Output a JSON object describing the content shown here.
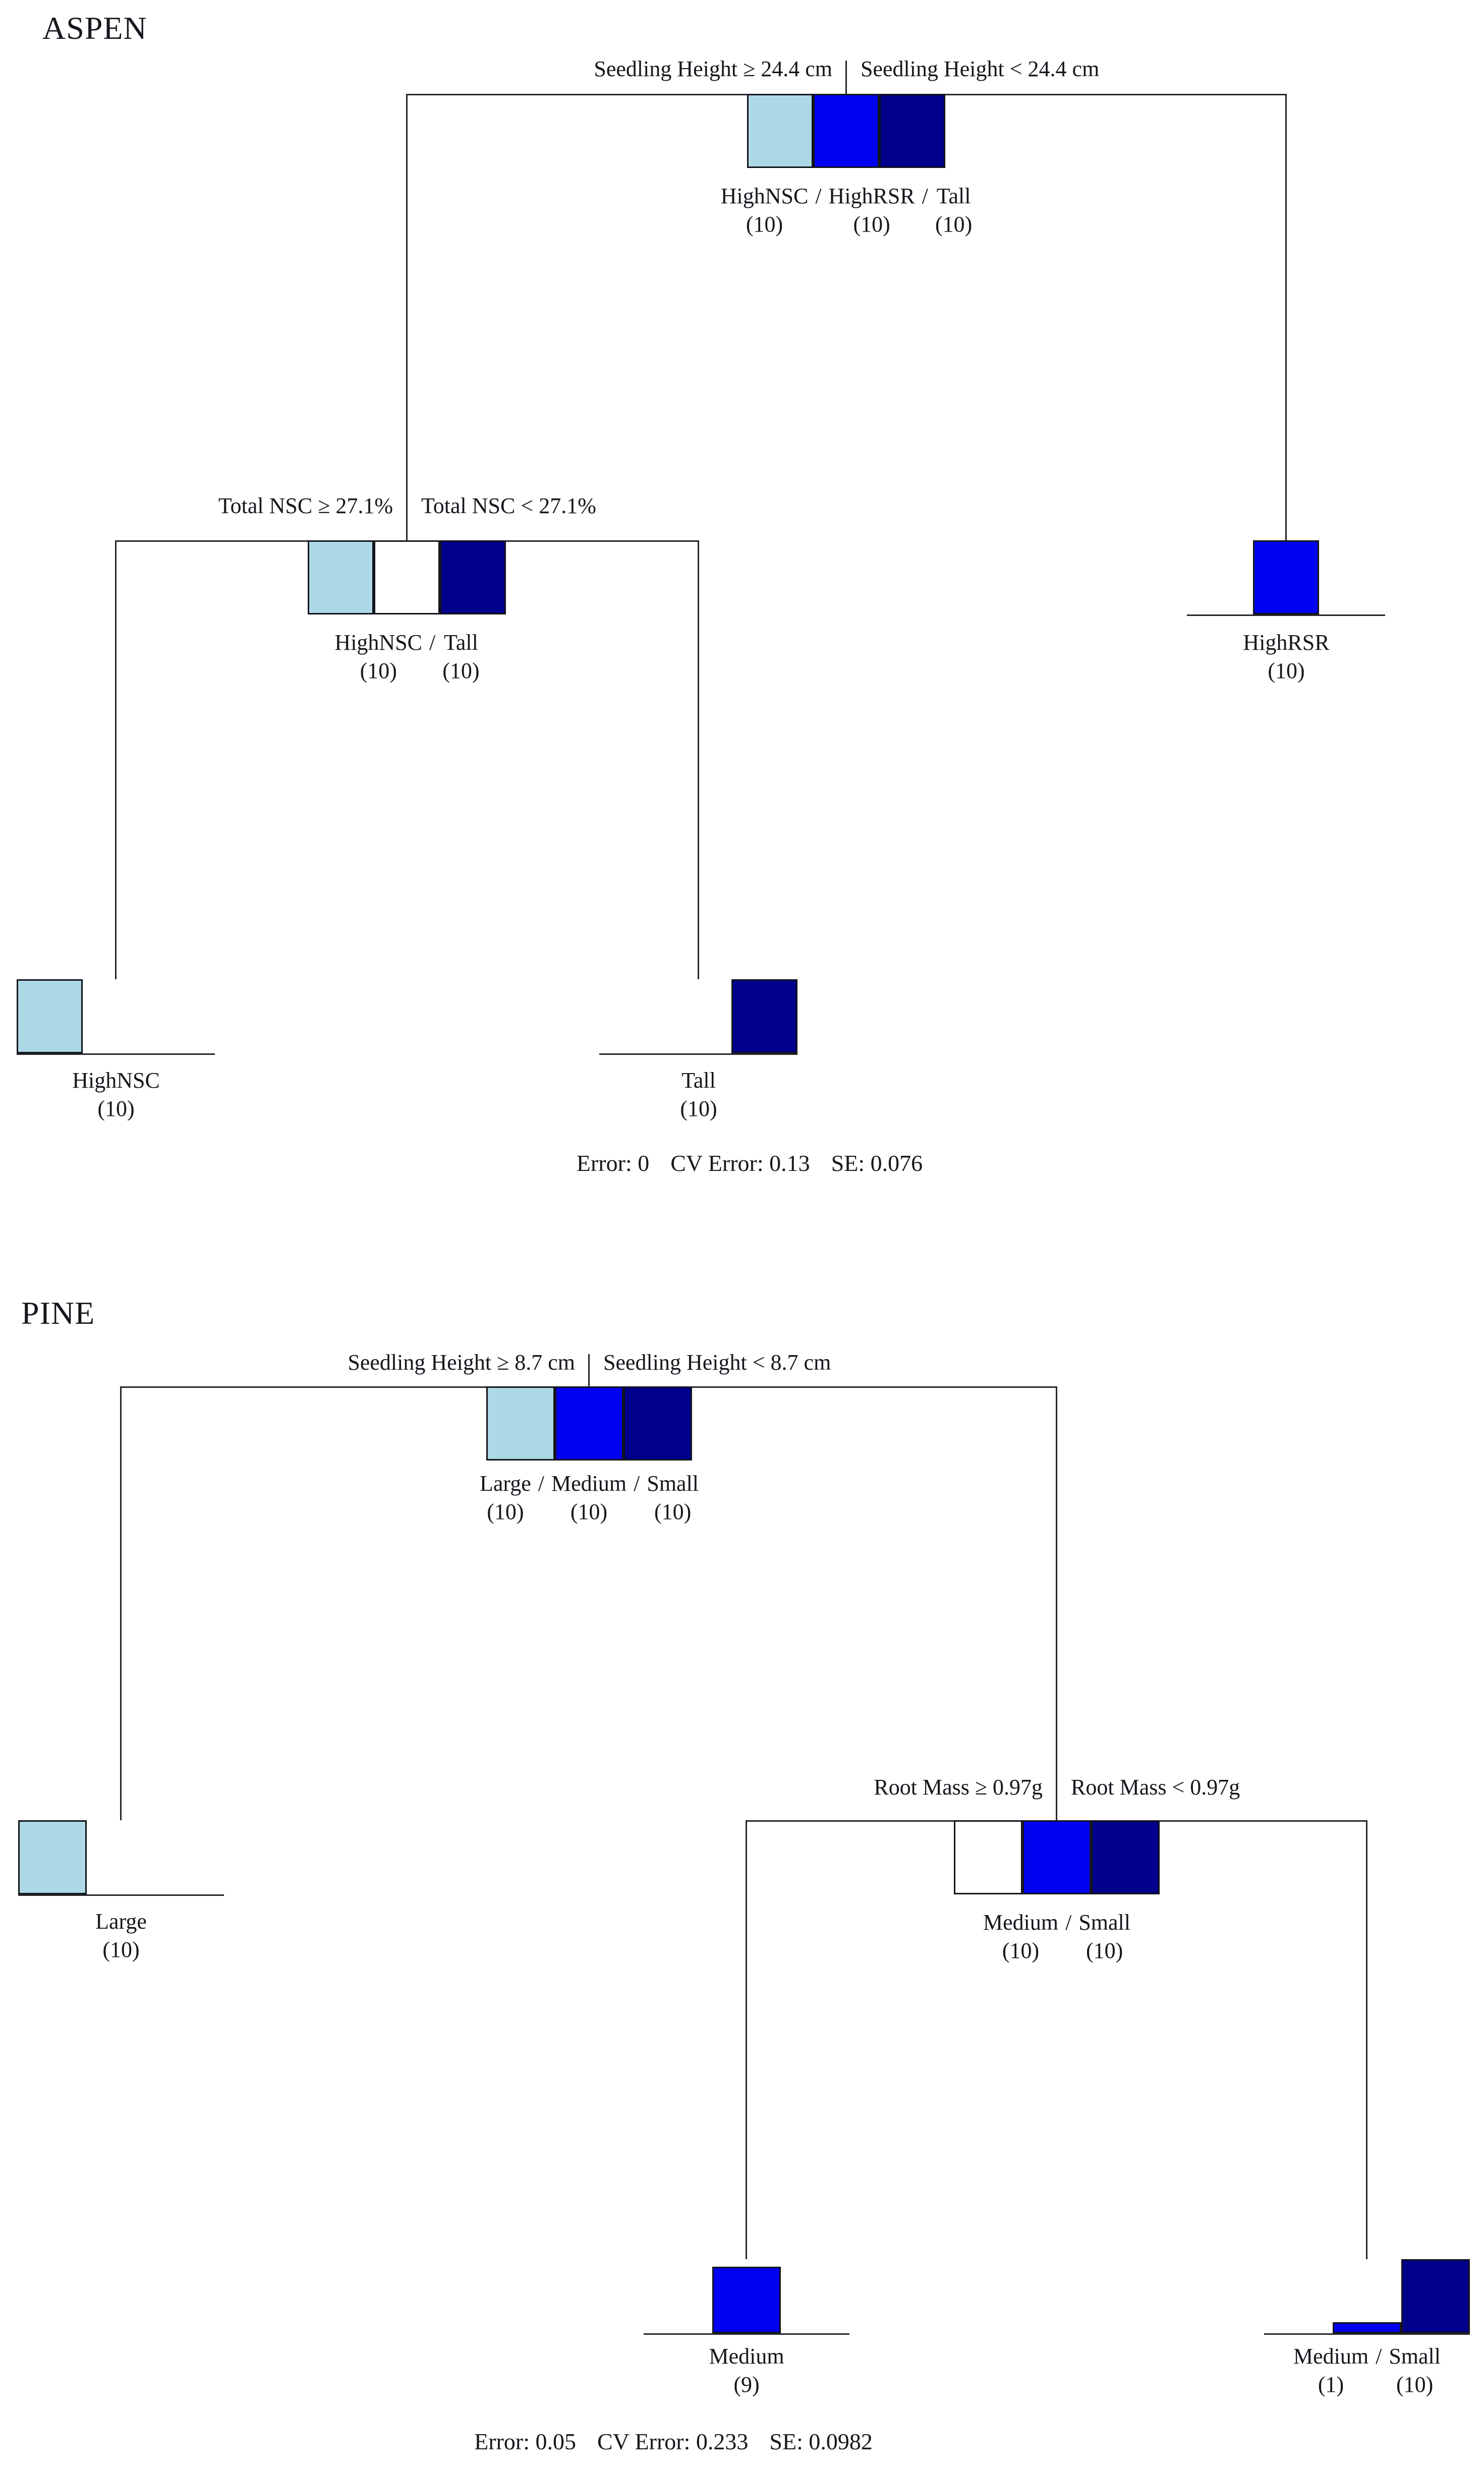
{
  "slash": "/",
  "colors": {
    "class1": "#ADD8E6",
    "class2": "#0202F0",
    "class3": "#00008B",
    "empty": "#FFFFFF",
    "line": "#26262B"
  },
  "aspen": {
    "title": "ASPEN",
    "splits": {
      "root": {
        "left": "Seedling Height ≥ 24.4 cm",
        "right": "Seedling Height < 24.4 cm"
      },
      "nsc": {
        "left": "Total NSC ≥ 27.1%",
        "right": "Total NSC < 27.1%"
      }
    },
    "nodes": {
      "root": {
        "words": [
          "HighNSC",
          "HighRSR",
          "Tall"
        ],
        "counts": [
          "(10)",
          "(10)",
          "(10)"
        ]
      },
      "nsc": {
        "words": [
          "HighNSC",
          "Tall"
        ],
        "counts": [
          "(10)",
          "(10)"
        ]
      },
      "highrsr": {
        "words": [
          "HighRSR"
        ],
        "counts": [
          "(10)"
        ]
      },
      "highnsc": {
        "words": [
          "HighNSC"
        ],
        "counts": [
          "(10)"
        ]
      },
      "tall": {
        "words": [
          "Tall"
        ],
        "counts": [
          "(10)"
        ]
      }
    },
    "stats": {
      "error": "Error: 0",
      "cv": "CV Error: 0.13",
      "se": "SE: 0.076"
    }
  },
  "pine": {
    "title": "PINE",
    "splits": {
      "root": {
        "left": "Seedling Height ≥ 8.7 cm",
        "right": "Seedling Height < 8.7 cm"
      },
      "rootmass": {
        "left": "Root Mass ≥ 0.97g",
        "right": "Root Mass < 0.97g"
      }
    },
    "nodes": {
      "root": {
        "words": [
          "Large",
          "Medium",
          "Small"
        ],
        "counts": [
          "(10)",
          "(10)",
          "(10)"
        ]
      },
      "rootmass": {
        "words": [
          "Medium",
          "Small"
        ],
        "counts": [
          "(10)",
          "(10)"
        ]
      },
      "large": {
        "words": [
          "Large"
        ],
        "counts": [
          "(10)"
        ]
      },
      "medium": {
        "words": [
          "Medium"
        ],
        "counts": [
          "(9)"
        ]
      },
      "medsmall": {
        "words": [
          "Medium",
          "Small"
        ],
        "counts": [
          "(1)",
          "(10)"
        ]
      }
    },
    "stats": {
      "error": "Error: 0.05",
      "cv": "CV Error: 0.233",
      "se": "SE: 0.0982"
    }
  }
}
